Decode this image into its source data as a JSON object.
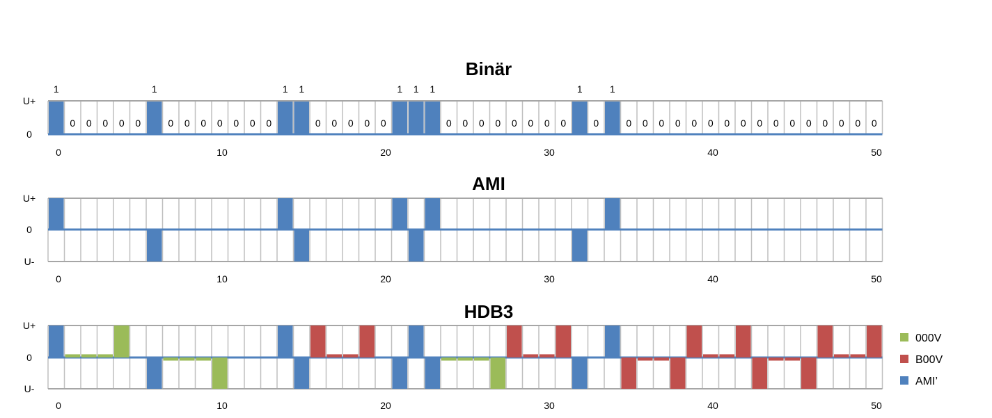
{
  "chart_data": [
    {
      "type": "bar",
      "title": "Binär",
      "levels": [
        "U+",
        "0"
      ],
      "x_ticks": [
        "0",
        "10",
        "20",
        "30",
        "40",
        "50"
      ],
      "xlim": [
        0,
        50
      ],
      "bits": [
        1,
        0,
        0,
        0,
        0,
        0,
        1,
        0,
        0,
        0,
        0,
        0,
        0,
        0,
        1,
        1,
        0,
        0,
        0,
        0,
        0,
        1,
        1,
        1,
        0,
        0,
        0,
        0,
        0,
        0,
        0,
        0,
        1,
        0,
        1,
        0,
        0,
        0,
        0,
        0,
        0,
        0,
        0,
        0,
        0,
        0,
        0,
        0,
        0,
        0,
        0
      ],
      "color": "#4F81BD"
    },
    {
      "type": "bar",
      "title": "AMI",
      "levels": [
        "U+",
        "0",
        "U-"
      ],
      "x_ticks": [
        "0",
        "10",
        "20",
        "30",
        "40",
        "50"
      ],
      "xlim": [
        0,
        50
      ],
      "values": [
        1,
        0,
        0,
        0,
        0,
        0,
        -1,
        0,
        0,
        0,
        0,
        0,
        0,
        0,
        1,
        -1,
        0,
        0,
        0,
        0,
        0,
        1,
        -1,
        1,
        0,
        0,
        0,
        0,
        0,
        0,
        0,
        0,
        -1,
        0,
        1,
        0,
        0,
        0,
        0,
        0,
        0,
        0,
        0,
        0,
        0,
        0,
        0,
        0,
        0,
        0,
        0
      ],
      "color": "#4F81BD"
    },
    {
      "type": "bar",
      "title": "HDB3",
      "levels": [
        "U+",
        "0",
        "U-"
      ],
      "x_ticks": [
        "0",
        "10",
        "20",
        "30",
        "40",
        "50"
      ],
      "xlim": [
        0,
        50
      ],
      "values": [
        1,
        0.1,
        0.1,
        0.1,
        1,
        0,
        -1,
        -0.1,
        -0.1,
        -0.1,
        -1,
        0,
        0,
        0,
        1,
        -1,
        1,
        0.1,
        0.1,
        1,
        0,
        -1,
        1,
        -1,
        -0.1,
        -0.1,
        -0.1,
        -1,
        1,
        0.1,
        0.1,
        1,
        -1,
        0,
        1,
        -1,
        -0.1,
        -0.1,
        -1,
        1,
        0.1,
        0.1,
        1,
        -1,
        -0.1,
        -0.1,
        -1,
        1,
        0.1,
        0.1,
        1
      ],
      "kinds": [
        "A",
        "G",
        "G",
        "G",
        "G",
        "N",
        "A",
        "G",
        "G",
        "G",
        "G",
        "N",
        "N",
        "N",
        "A",
        "A",
        "R",
        "R",
        "R",
        "R",
        "N",
        "A",
        "A",
        "A",
        "G",
        "G",
        "G",
        "G",
        "R",
        "R",
        "R",
        "R",
        "A",
        "N",
        "A",
        "R",
        "R",
        "R",
        "R",
        "R",
        "R",
        "R",
        "R",
        "R",
        "R",
        "R",
        "R",
        "R",
        "R",
        "R",
        "R"
      ],
      "legend": [
        {
          "key": "G",
          "name": "000V",
          "color": "#9BBB59"
        },
        {
          "key": "R",
          "name": "B00V",
          "color": "#C0504D"
        },
        {
          "key": "A",
          "name": "AMI’",
          "color": "#4F81BD"
        }
      ]
    }
  ]
}
